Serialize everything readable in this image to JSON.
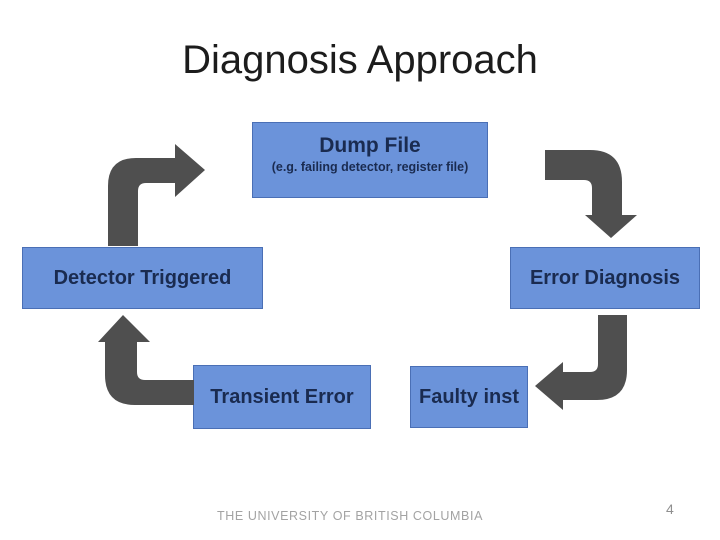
{
  "slide": {
    "title": "Diagnosis Approach",
    "footer": "THE UNIVERSITY OF BRITISH COLUMBIA",
    "page_number": "4"
  },
  "diagram": {
    "nodes": [
      {
        "id": "dump-file",
        "label": "Dump File",
        "sublabel": "(e.g. failing detector, register file)"
      },
      {
        "id": "detector-triggered",
        "label": "Detector Triggered"
      },
      {
        "id": "error-diagnosis",
        "label": "Error Diagnosis"
      },
      {
        "id": "transient-error",
        "label": "Transient Error"
      },
      {
        "id": "faulty-inst",
        "label": "Faulty inst"
      }
    ],
    "flow": [
      "Detector Triggered -> Dump File",
      "Dump File -> Error Diagnosis",
      "Error Diagnosis -> Faulty inst",
      "Transient Error -> Detector Triggered"
    ],
    "colors": {
      "node_fill": "#6b93da",
      "node_border": "#4a6fb5",
      "node_text": "#1a2b50",
      "arrow": "#4f4f4f",
      "title_text": "#1c1c1c",
      "footer_text": "#a3a3a3",
      "background": "#ffffff"
    }
  }
}
